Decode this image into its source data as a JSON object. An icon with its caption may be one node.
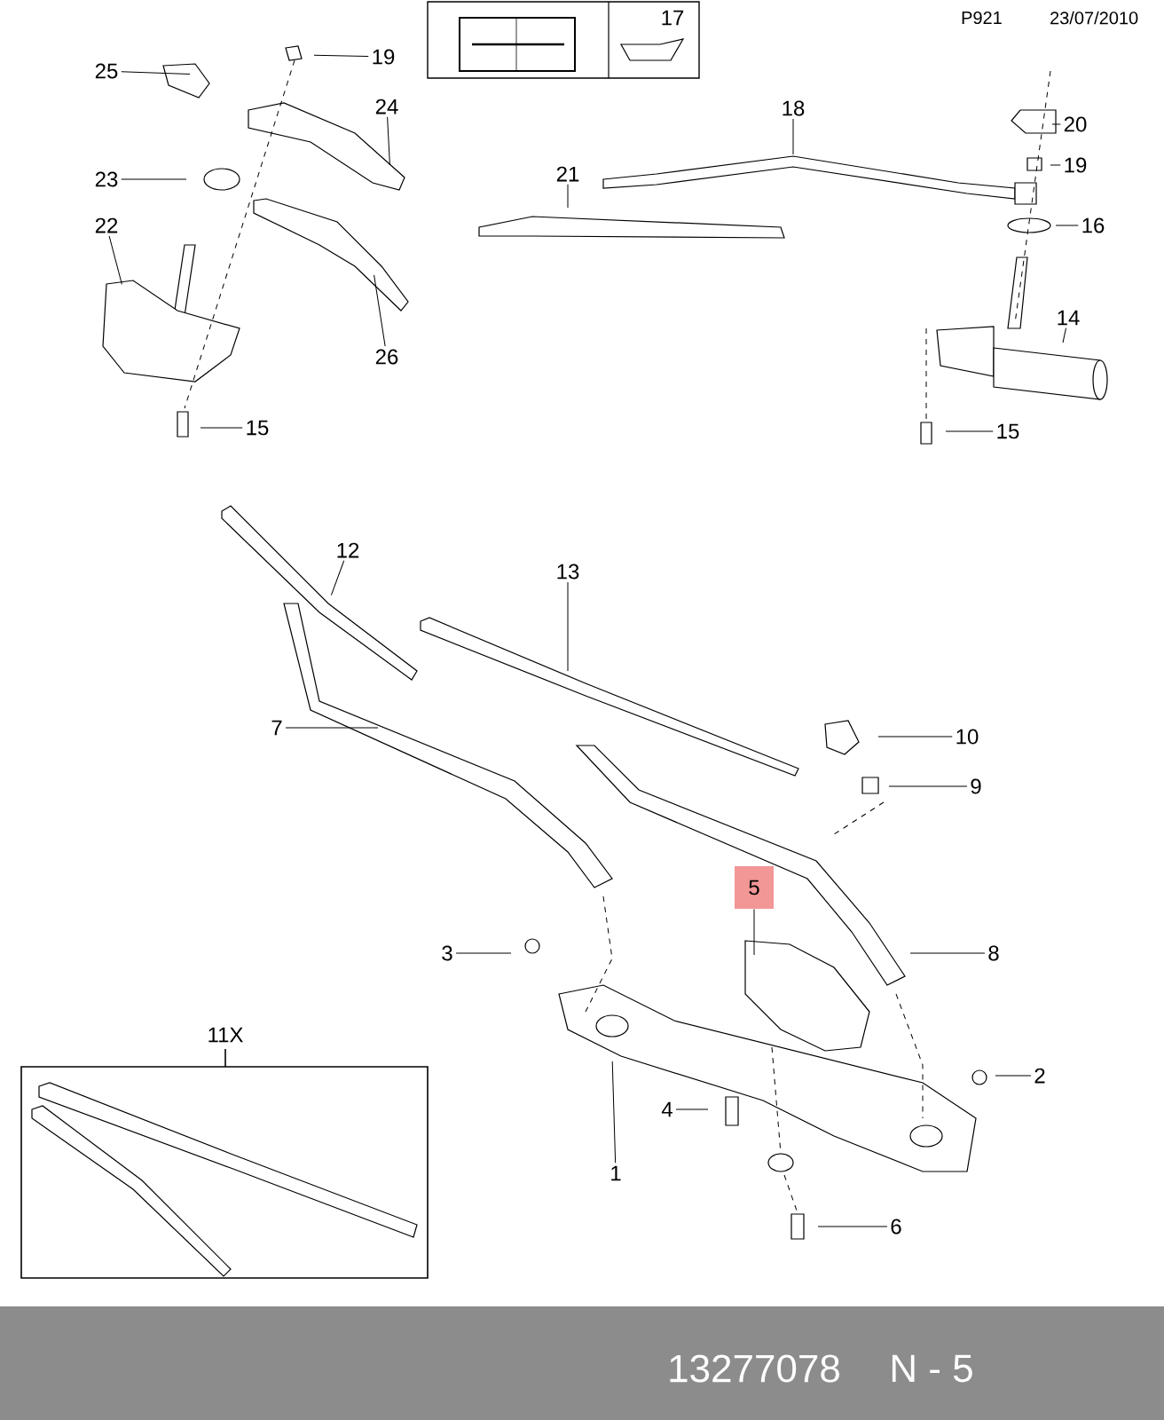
{
  "diagram": {
    "nodes": [
      {
        "text": [
          "25"
        ]
      },
      {
        "text": [
          "19"
        ]
      },
      {
        "text": [
          "24"
        ]
      },
      {
        "text": [
          "23"
        ]
      },
      {
        "text": [
          "22"
        ]
      },
      {
        "text": [
          "26"
        ]
      },
      {
        "text": [
          "15"
        ]
      },
      {
        "text": [
          "18"
        ]
      },
      {
        "text": [
          "21"
        ]
      },
      {
        "text": [
          "20"
        ]
      },
      {
        "text": [
          "19"
        ]
      },
      {
        "text": [
          "16"
        ]
      },
      {
        "text": [
          "14"
        ]
      },
      {
        "text": [
          "15"
        ]
      },
      {
        "text": [
          "12"
        ]
      },
      {
        "text": [
          "13"
        ]
      },
      {
        "text": [
          "7"
        ]
      },
      {
        "text": [
          "10"
        ]
      },
      {
        "text": [
          "9"
        ]
      },
      {
        "text": [
          "5"
        ]
      },
      {
        "text": [
          "8"
        ]
      },
      {
        "text": [
          "3"
        ]
      },
      {
        "text": [
          "11X"
        ]
      },
      {
        "text": [
          "2"
        ]
      },
      {
        "text": [
          "4"
        ]
      },
      {
        "text": [
          "1"
        ]
      },
      {
        "text": [
          "6"
        ]
      }
    ],
    "edges": [
      {
        "from": 0,
        "to": null,
        "arrow": "none"
      },
      {
        "from": 1,
        "to": null,
        "arrow": "none"
      },
      {
        "from": 2,
        "to": null,
        "arrow": "none"
      },
      {
        "from": 3,
        "to": null,
        "arrow": "none"
      },
      {
        "from": 4,
        "to": null,
        "arrow": "none"
      },
      {
        "from": 5,
        "to": null,
        "arrow": "none"
      },
      {
        "from": 6,
        "to": null,
        "arrow": "none"
      },
      {
        "from": 7,
        "to": null,
        "arrow": "none"
      },
      {
        "from": 8,
        "to": null,
        "arrow": "none"
      },
      {
        "from": 9,
        "to": null,
        "arrow": "none"
      },
      {
        "from": 10,
        "to": null,
        "arrow": "none"
      },
      {
        "from": 11,
        "to": null,
        "arrow": "none"
      },
      {
        "from": 12,
        "to": null,
        "arrow": "none"
      },
      {
        "from": 13,
        "to": null,
        "arrow": "none"
      },
      {
        "from": 14,
        "to": null,
        "arrow": "none"
      },
      {
        "from": 15,
        "to": null,
        "arrow": "none"
      },
      {
        "from": 16,
        "to": null,
        "arrow": "none"
      },
      {
        "from": 17,
        "to": null,
        "arrow": "none"
      },
      {
        "from": 18,
        "to": null,
        "arrow": "none"
      },
      {
        "from": 19,
        "to": null,
        "arrow": "none"
      },
      {
        "from": 20,
        "to": null,
        "arrow": "none"
      },
      {
        "from": 21,
        "to": null,
        "arrow": "none"
      },
      {
        "from": 23,
        "to": null,
        "arrow": "none"
      },
      {
        "from": 24,
        "to": null,
        "arrow": "none"
      },
      {
        "from": 25,
        "to": null,
        "arrow": "none"
      },
      {
        "from": 26,
        "to": null,
        "arrow": "none"
      }
    ],
    "labels": [
      "17",
      "P921",
      "23/07/2010",
      "13277078",
      "N - 5"
    ]
  }
}
